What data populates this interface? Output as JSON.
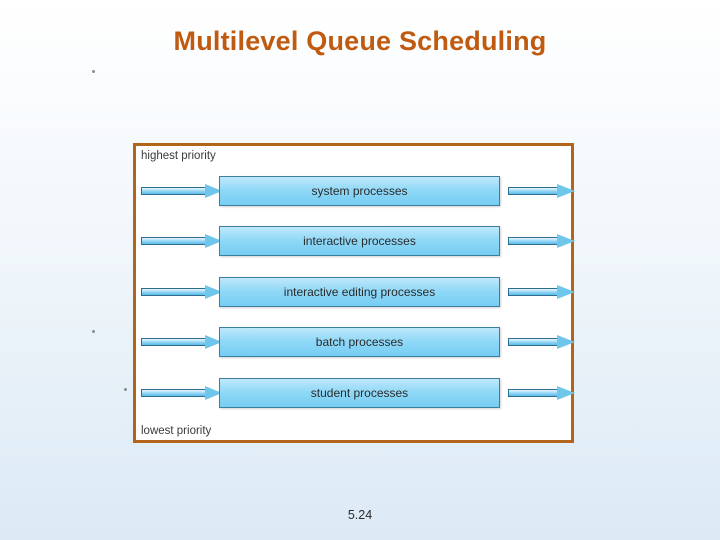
{
  "slide": {
    "title": "Multilevel Queue Scheduling",
    "number": "5.24"
  },
  "diagram": {
    "top_label": "highest priority",
    "bottom_label": "lowest priority",
    "border_color": "#b0651a",
    "queue_fill_color": "#8fd8f7",
    "queues": [
      {
        "label": "system processes"
      },
      {
        "label": "interactive processes"
      },
      {
        "label": "interactive editing processes"
      },
      {
        "label": "batch processes"
      },
      {
        "label": "student processes"
      }
    ]
  }
}
